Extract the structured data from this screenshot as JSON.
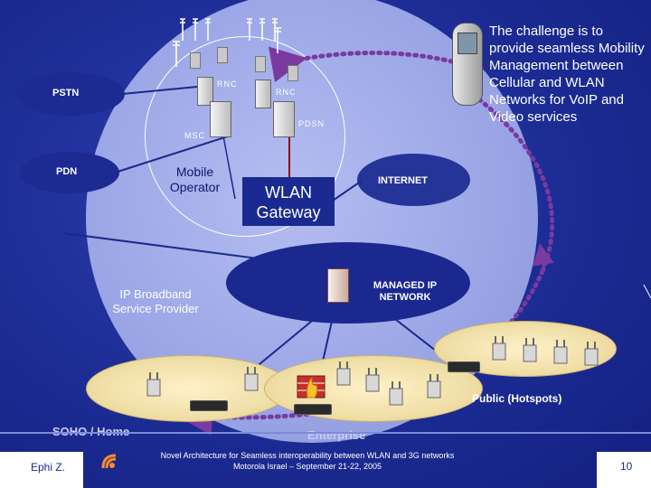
{
  "labels": {
    "pstn": "PSTN",
    "pdn": "PDN",
    "rnc_left": "RNC",
    "rnc_right": "RNC",
    "msc": "MSC",
    "pdsn": "PDSN",
    "mobile_operator": "Mobile Operator",
    "wlan_gateway": "WLAN Gateway",
    "internet": "INTERNET",
    "managed_ip": "MANAGED IP NETWORK",
    "ip_broadband": "IP Broadband Service Provider",
    "public_hotspots": "Public (Hotspots)",
    "soho_home": "SOHO / Home",
    "enterprise": "Enterprise"
  },
  "challenge_text": "The challenge is to provide seamless Mobility Management between Cellular and WLAN Networks for VoIP and Video services",
  "footer": {
    "author": "Ephi Z.",
    "line1": "Novel Architecture for Seamless interoperability between WLAN and 3G networks",
    "line2": "Motorola Israel – September 21-22, 2005",
    "page": "10"
  },
  "colors": {
    "background": "#1c2c94",
    "circle": "#9aa5e6",
    "arrow": "#7a3aa0",
    "tan": "#f0dfa7"
  },
  "icons": [
    "cell-tower-icon",
    "server-icon",
    "phone-icon",
    "access-point-icon",
    "router-icon",
    "firewall-icon",
    "logo-icon"
  ]
}
